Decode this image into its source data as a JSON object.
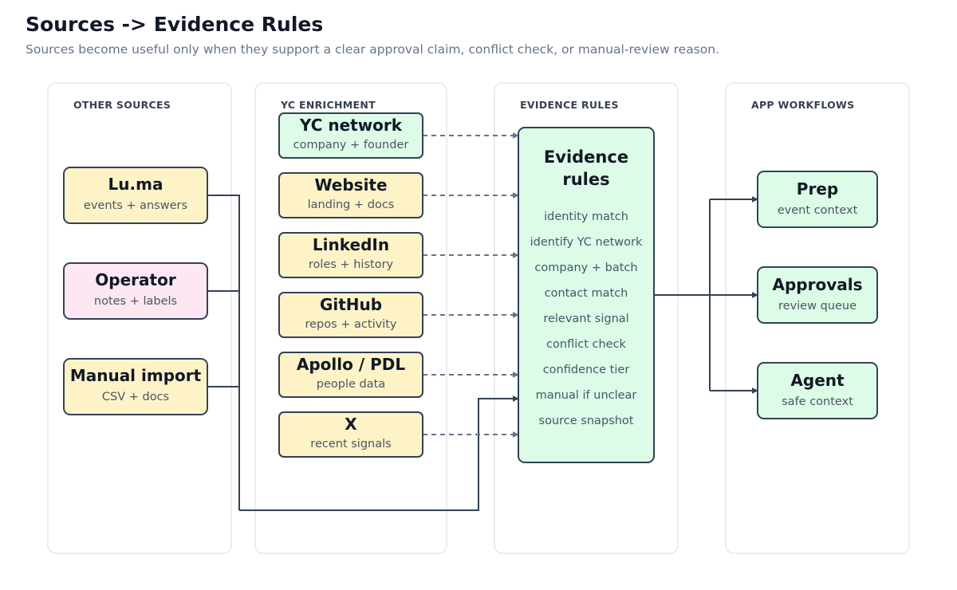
{
  "header": {
    "title": "Sources -> Evidence Rules",
    "subtitle": "Sources become useful only when they support a clear approval claim, conflict check, or manual-review reason."
  },
  "columns": [
    {
      "label": "OTHER SOURCES"
    },
    {
      "label": "YC ENRICHMENT"
    },
    {
      "label": "EVIDENCE RULES"
    },
    {
      "label": "APP WORKFLOWS"
    }
  ],
  "other_sources": [
    {
      "title": "Lu.ma",
      "subtitle": "events + answers",
      "fill": "#fef3c7"
    },
    {
      "title": "Operator",
      "subtitle": "notes + labels",
      "fill": "#fde7f3"
    },
    {
      "title": "Manual import",
      "subtitle": "CSV + docs",
      "fill": "#fef3c7"
    }
  ],
  "yc_enrichment": [
    {
      "title": "YC network",
      "subtitle": "company + founder",
      "fill": "#dcfce7"
    },
    {
      "title": "Website",
      "subtitle": "landing + docs",
      "fill": "#fef3c7"
    },
    {
      "title": "LinkedIn",
      "subtitle": "roles + history",
      "fill": "#fef3c7"
    },
    {
      "title": "GitHub",
      "subtitle": "repos + activity",
      "fill": "#fef3c7"
    },
    {
      "title": "Apollo / PDL",
      "subtitle": "people data",
      "fill": "#fef3c7"
    },
    {
      "title": "X",
      "subtitle": "recent signals",
      "fill": "#fef3c7"
    }
  ],
  "evidence_rules": {
    "title_lines": [
      "Evidence",
      "rules"
    ],
    "fill": "#dcfce7",
    "items": [
      "identity match",
      "identify YC network",
      "company + batch",
      "contact match",
      "relevant signal",
      "conflict check",
      "confidence tier",
      "manual if unclear",
      "source snapshot"
    ]
  },
  "app_workflows": [
    {
      "title": "Prep",
      "subtitle": "event context",
      "fill": "#dcfce7"
    },
    {
      "title": "Approvals",
      "subtitle": "review queue",
      "fill": "#dcfce7"
    },
    {
      "title": "Agent",
      "subtitle": "safe context",
      "fill": "#dcfce7"
    }
  ]
}
